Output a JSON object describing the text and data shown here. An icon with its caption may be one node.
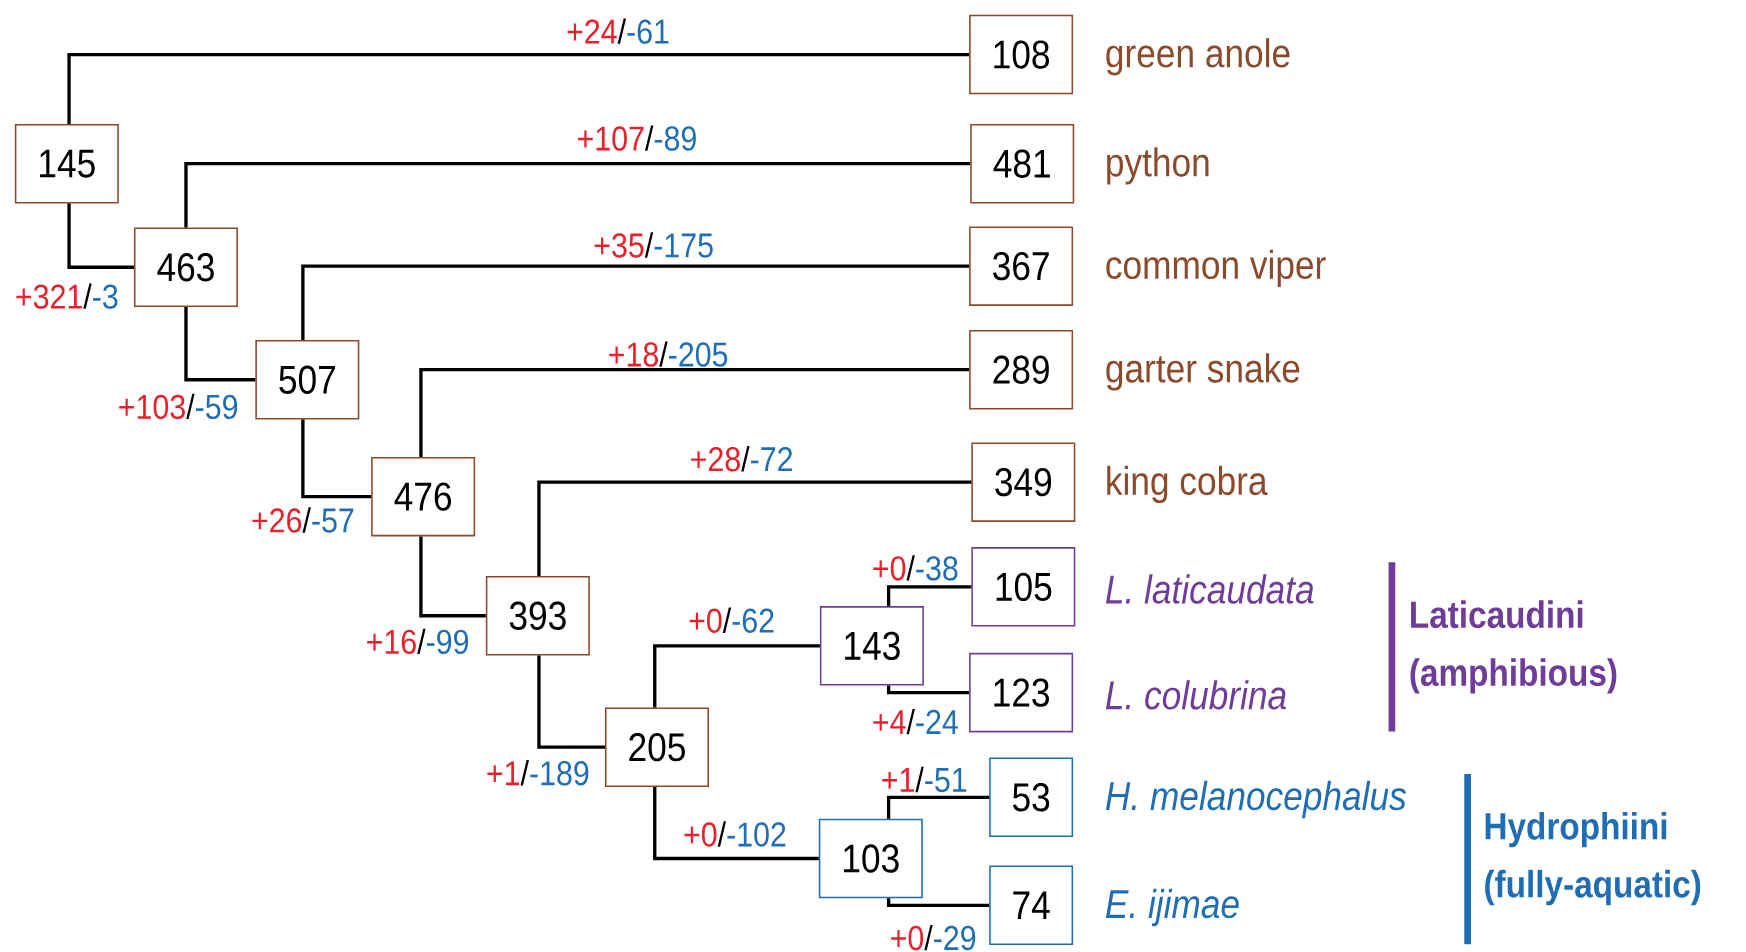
{
  "diagram": {
    "nodes": [
      {
        "text": [
          "145"
        ]
      },
      {
        "text": [
          "108"
        ],
        "beside": [
          "green anole"
        ]
      },
      {
        "text": [
          "463"
        ]
      },
      {
        "text": [
          "481"
        ],
        "beside": [
          "python"
        ]
      },
      {
        "text": [
          "507"
        ]
      },
      {
        "text": [
          "367"
        ],
        "beside": [
          "common viper"
        ]
      },
      {
        "text": [
          "476"
        ]
      },
      {
        "text": [
          "289"
        ],
        "beside": [
          "garter snake"
        ]
      },
      {
        "text": [
          "393"
        ]
      },
      {
        "text": [
          "349"
        ],
        "beside": [
          "king cobra"
        ]
      },
      {
        "text": [
          "205"
        ]
      },
      {
        "text": [
          "143"
        ]
      },
      {
        "text": [
          "105"
        ],
        "beside": [
          "L. laticaudata"
        ]
      },
      {
        "text": [
          "123"
        ],
        "beside": [
          "L. colubrina"
        ]
      },
      {
        "text": [
          "103"
        ]
      },
      {
        "text": [
          "53"
        ],
        "beside": [
          "H. melanocephalus"
        ]
      },
      {
        "text": [
          "74"
        ],
        "beside": [
          "E. ijimae"
        ]
      }
    ],
    "edges": [
      {
        "from": 0,
        "to": 1,
        "arrow": "none",
        "label": "+24/-61"
      },
      {
        "from": 0,
        "to": 2,
        "arrow": "none",
        "label": "+321/-3"
      },
      {
        "from": 2,
        "to": 3,
        "arrow": "none",
        "label": "+107/-89"
      },
      {
        "from": 2,
        "to": 4,
        "arrow": "none",
        "label": "+103/-59"
      },
      {
        "from": 4,
        "to": 5,
        "arrow": "none",
        "label": "+35/-175"
      },
      {
        "from": 4,
        "to": 6,
        "arrow": "none",
        "label": "+26/-57"
      },
      {
        "from": 6,
        "to": 7,
        "arrow": "none",
        "label": "+18/-205"
      },
      {
        "from": 6,
        "to": 8,
        "arrow": "none",
        "label": "+16/-99"
      },
      {
        "from": 8,
        "to": 9,
        "arrow": "none",
        "label": "+28/-72"
      },
      {
        "from": 8,
        "to": 10,
        "arrow": "none",
        "label": "+1/-189"
      },
      {
        "from": 10,
        "to": 11,
        "arrow": "none",
        "label": "+0/-62"
      },
      {
        "from": 10,
        "to": 14,
        "arrow": "none",
        "label": "+0/-102"
      },
      {
        "from": 11,
        "to": 12,
        "arrow": "none",
        "label": "+0/-38"
      },
      {
        "from": 11,
        "to": 13,
        "arrow": "none",
        "label": "+4/-24"
      },
      {
        "from": 14,
        "to": 15,
        "arrow": "none",
        "label": "+1/-51"
      },
      {
        "from": 14,
        "to": 16,
        "arrow": "none",
        "label": "+0/-29"
      }
    ],
    "labels": [
      "Laticaudini (amphibious)",
      "Hydrophiini (fully-aquatic)"
    ]
  }
}
